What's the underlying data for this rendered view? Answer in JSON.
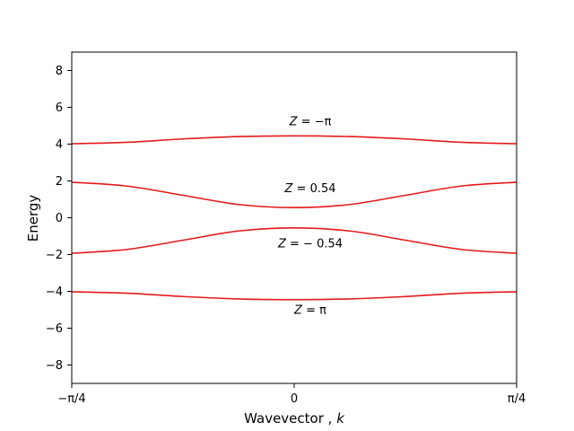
{
  "chart_data": {
    "type": "line",
    "title": "",
    "xlabel": "Wavevector , ",
    "xlabel_var": "k",
    "ylabel": "Energy",
    "xlim": [
      -0.7854,
      0.7854
    ],
    "ylim": [
      -9,
      9
    ],
    "x_ticks": [
      {
        "value": -0.7854,
        "label": "−π/4"
      },
      {
        "value": 0,
        "label": "0"
      },
      {
        "value": 0.7854,
        "label": "π/4"
      }
    ],
    "y_ticks": [
      -8,
      -6,
      -4,
      -2,
      0,
      2,
      4,
      6,
      8
    ],
    "y_tick_labels": [
      "−8",
      "−6",
      "−4",
      "−2",
      "0",
      "2",
      "4",
      "6",
      "8"
    ],
    "grid": false,
    "line_color": "#e41a1c",
    "series": [
      {
        "x": [
          -0.7854,
          -0.589,
          -0.3927,
          -0.1963,
          0,
          0.1963,
          0.3927,
          0.589,
          0.7854
        ],
        "y": [
          4.02,
          4.1,
          4.28,
          4.41,
          4.45,
          4.41,
          4.28,
          4.1,
          4.02
        ]
      },
      {
        "x": [
          -0.7854,
          -0.589,
          -0.3927,
          -0.1963,
          0,
          0.1963,
          0.3927,
          0.589,
          0.7854
        ],
        "y": [
          1.93,
          1.72,
          1.22,
          0.72,
          0.55,
          0.72,
          1.22,
          1.72,
          1.93
        ]
      },
      {
        "x": [
          -0.7854,
          -0.589,
          -0.3927,
          -0.1963,
          0,
          0.1963,
          0.3927,
          0.589,
          0.7854
        ],
        "y": [
          -1.93,
          -1.72,
          -1.22,
          -0.72,
          -0.55,
          -0.72,
          -1.22,
          -1.72,
          -1.93
        ]
      },
      {
        "x": [
          -0.7854,
          -0.589,
          -0.3927,
          -0.1963,
          0,
          0.1963,
          0.3927,
          0.589,
          0.7854
        ],
        "y": [
          -4.02,
          -4.1,
          -4.28,
          -4.41,
          -4.45,
          -4.41,
          -4.28,
          -4.1,
          -4.02
        ]
      }
    ],
    "annotations": [
      {
        "var": "Z",
        "eq": " = ",
        "text": "−π",
        "x": 0.0,
        "y": 5.25
      },
      {
        "var": "Z",
        "eq": " = ",
        "text": "0.54",
        "x": 0.0,
        "y": 1.6
      },
      {
        "var": "Z",
        "eq": " = ",
        "text": "− 0.54",
        "x": 0.0,
        "y": -1.4
      },
      {
        "var": "Z",
        "eq": " = ",
        "text": "π",
        "x": 0.0,
        "y": -5.0
      }
    ]
  }
}
